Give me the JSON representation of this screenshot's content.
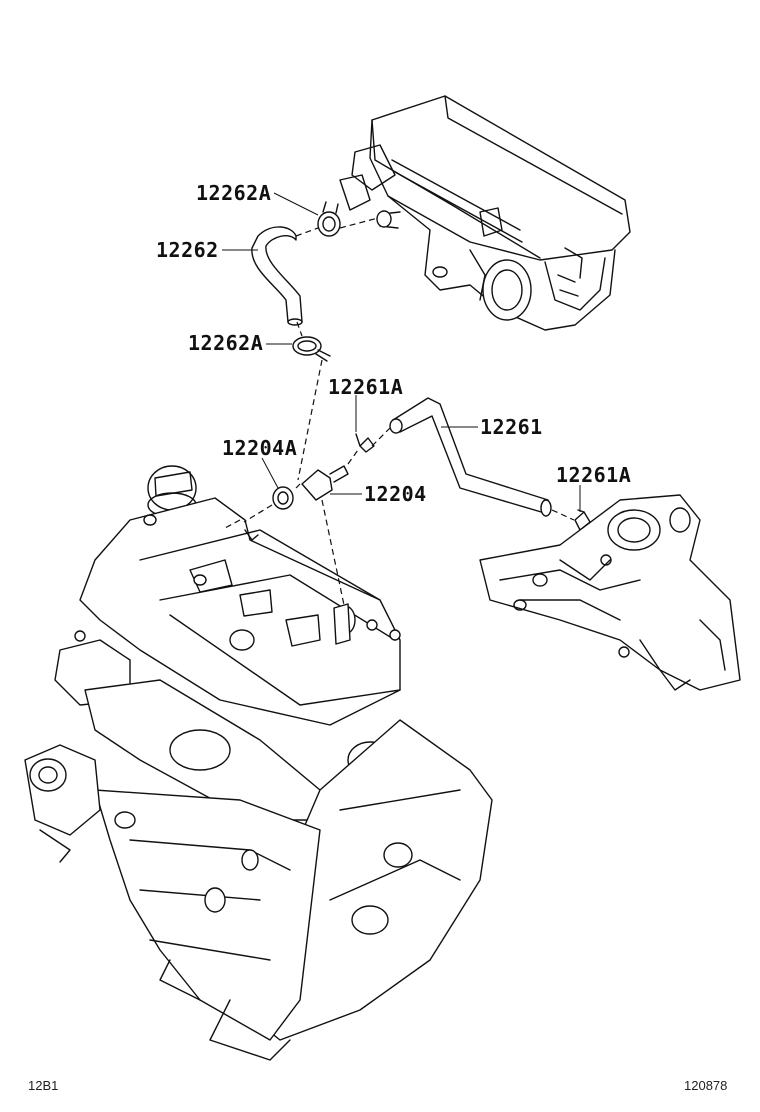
{
  "parts": {
    "clamp_upper": "12262A",
    "hose_upper": "12262",
    "clamp_lower": "12262A",
    "clamp_pcv_hose": "12261A",
    "pcv_hose": "12261",
    "grommet": "12204A",
    "pcv_valve": "12204",
    "clamp_manifold": "12261A"
  },
  "footer": {
    "left_code": "12B1",
    "right_code": "120878"
  }
}
